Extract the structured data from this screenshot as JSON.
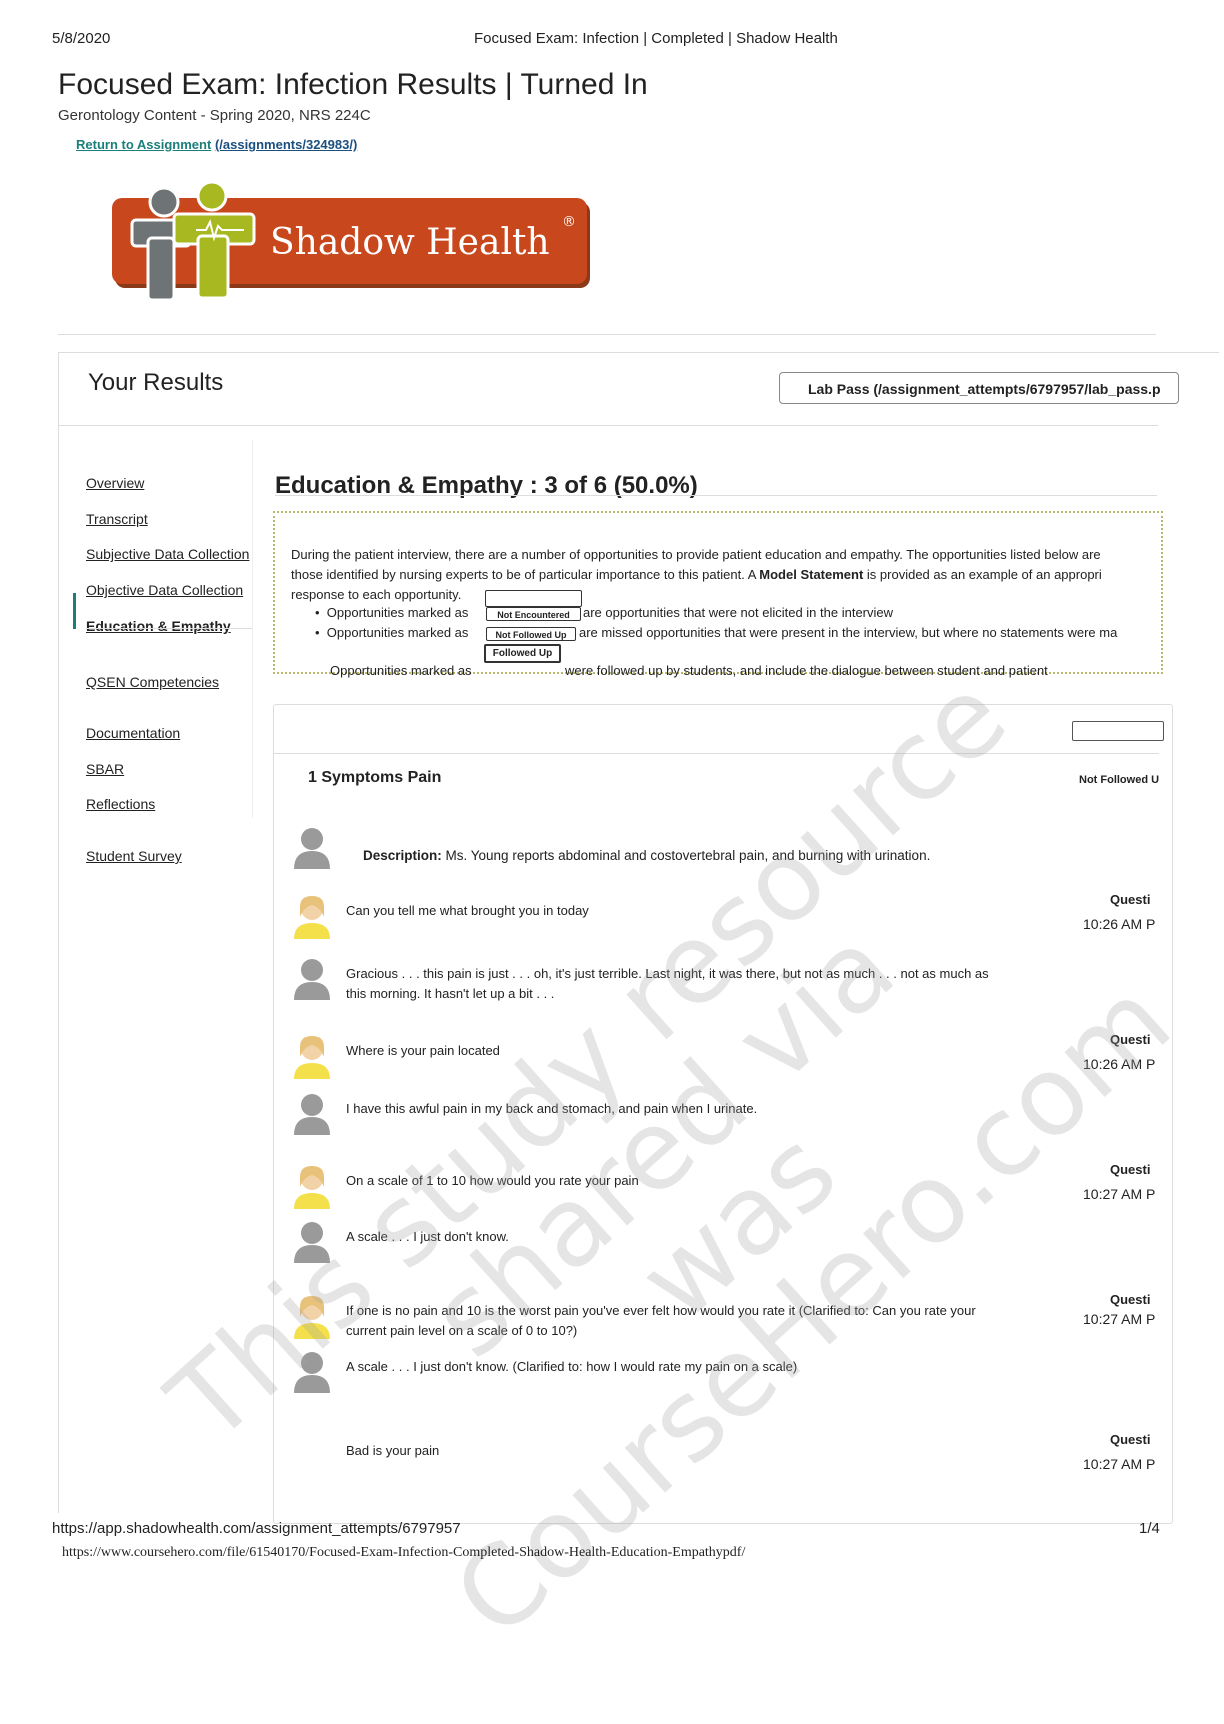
{
  "print_header": {
    "date": "5/8/2020",
    "title": "Focused Exam: Infection | Completed | Shadow Health"
  },
  "page": {
    "title": "Focused Exam: Infection Results | Turned In",
    "subtitle": "Gerontology Content - Spring 2020, NRS 224C",
    "return_link": "Return to Assignment",
    "return_url": "(/assignments/324983/)"
  },
  "logo": {
    "text": "Shadow Health",
    "mark": "®",
    "icon": "shadow-health-logo-icon"
  },
  "results": {
    "title": "Your Results",
    "lab_pass": "Lab Pass (/assignment_attempts/6797957/lab_pass.p"
  },
  "sidebar": {
    "items": [
      {
        "label": "Overview"
      },
      {
        "label": "Transcript"
      },
      {
        "label": "Subjective Data Collection"
      },
      {
        "label": "Objective Data Collection"
      },
      {
        "label": "Education & Empathy"
      },
      {
        "label": "QSEN Competencies"
      },
      {
        "label": "Documentation"
      },
      {
        "label": "SBAR"
      },
      {
        "label": "Reflections"
      },
      {
        "label": "Student Survey"
      }
    ]
  },
  "section": {
    "title": "Education & Empathy : 3 of 6 (50.0%)",
    "intro_line1": "During the patient interview, there are a number of opportunities to provide patient education and empathy. The opportunities listed below are",
    "intro_line2a": "those identified by nursing experts to be of particular importance to this patient. A ",
    "intro_bold": "Model Statement",
    "intro_line2b": " is provided as an example of an appropri",
    "intro_line3": "response to each opportunity.",
    "legend": [
      {
        "prefix": "Opportunities marked as",
        "tag": "Not Encountered",
        "suffix": "are opportunities that were not elicited in the interview"
      },
      {
        "prefix": "Opportunities marked as",
        "tag": "Not Followed Up",
        "suffix": "are missed opportunities that were present in the interview, but where no statements were ma"
      },
      {
        "prefix": "Opportunities marked as",
        "tag": "Followed Up",
        "suffix": "were followed up by students, and include the dialogue between student and patient"
      }
    ]
  },
  "item": {
    "title": "1 Symptoms Pain",
    "status": "Not Followed U",
    "description_label": "Description:",
    "description": " Ms. Young reports abdominal and costovertebral pain, and burning with urination."
  },
  "transcript": [
    {
      "speaker": "student",
      "text": "Can you tell me what brought you in today",
      "label": "Questi",
      "time": "10:26 AM P"
    },
    {
      "speaker": "patient",
      "text": "Gracious . . . this pain is just . . . oh, it's just terrible. Last night, it was there, but not as much . . . not as much as this morning. It hasn't let up a bit . . ."
    },
    {
      "speaker": "student",
      "text": "Where is your pain located",
      "label": "Questi",
      "time": "10:26 AM P"
    },
    {
      "speaker": "patient",
      "text": "I have this awful pain in my back and stomach, and pain when I urinate."
    },
    {
      "speaker": "student",
      "text": "On a scale of 1 to 10 how would you rate your pain",
      "label": "Questi",
      "time": "10:27 AM P"
    },
    {
      "speaker": "patient",
      "text": "A scale . . . I just don't know."
    },
    {
      "speaker": "student",
      "text": "If one is no pain and 10 is the worst pain you've ever felt how would you rate it (Clarified to: Can you rate your current pain level on a scale of 0 to 10?)",
      "label": "Questi",
      "time": "10:27 AM P"
    },
    {
      "speaker": "patient",
      "text": "A scale . . . I just don't know. (Clarified to: how I would rate my pain on a scale)"
    },
    {
      "speaker": "student",
      "text": "Bad is your pain",
      "label": "Questi",
      "time": "10:27 AM P"
    }
  ],
  "footer": {
    "url": "https://app.shadowhealth.com/assignment_attempts/6797957",
    "page": "1/4",
    "source": "https://www.coursehero.com/file/61540170/Focused-Exam-Infection-Completed-Shadow-Health-Education-Empathypdf/"
  },
  "watermark": {
    "line1": "This study resource",
    "line2": "was",
    "line3": "shared via",
    "line4": "CourseHero.com"
  },
  "colors": {
    "accent": "#1a7f7a",
    "logo_orange": "#c8471c",
    "logo_green": "#a8b820",
    "dotted_border": "#b7b76a"
  }
}
